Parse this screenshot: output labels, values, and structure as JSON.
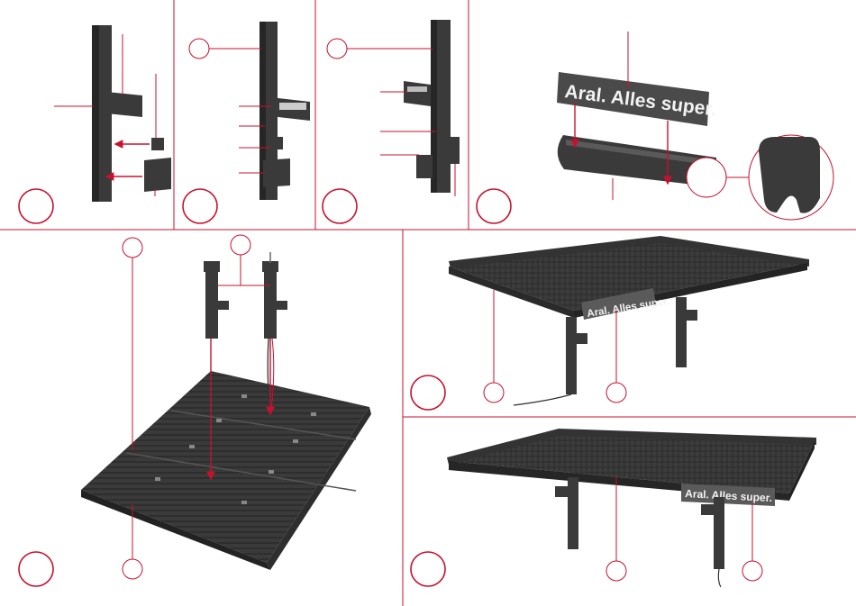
{
  "sign": {
    "large_text": "Aral. Alles super.",
    "small_text_1": "Aral. Alles super.",
    "small_text_2": "Aral. Alles super."
  },
  "colors": {
    "accent": "#c8102e",
    "part": "#3a3a3a",
    "sign_background": "#4a4a4a"
  }
}
